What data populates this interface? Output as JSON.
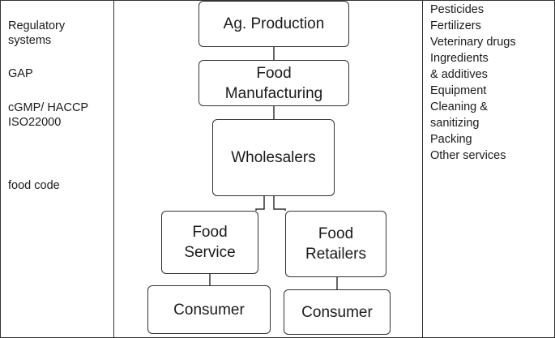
{
  "left_column": {
    "regulatory": "Regulatory\nsystems",
    "gap": "GAP",
    "cgmp": "cGMP/ HACCP\nISO22000",
    "food_code": "food code"
  },
  "flow": {
    "ag_production": "Ag. Production",
    "food_manufacturing": "Food\nManufacturing",
    "wholesalers": "Wholesalers",
    "food_service": "Food\nService",
    "food_retailers": "Food\nRetailers",
    "consumer_left": "Consumer",
    "consumer_right": "Consumer"
  },
  "inputs": {
    "items": [
      "Pesticides",
      "Fertilizers",
      "Veterinary drugs",
      "Ingredients",
      "& additives",
      "Equipment",
      "Cleaning &",
      "sanitizing",
      "Packing",
      "Other services"
    ]
  }
}
